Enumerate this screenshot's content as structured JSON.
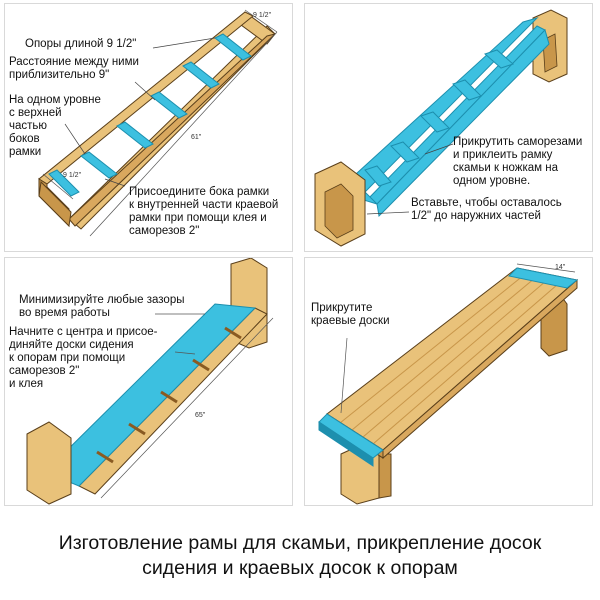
{
  "panels": [
    {
      "labels": [
        "Опоры длиной 9 1/2\"",
        "Расстояние между ними\nприблизительно 9\"",
        "На одном уровне\nс верхней\nчастью\nбоков\nрамки",
        "Присоедините бока рамки\nк внутренней части краевой\nрамки при помощи клея и\nсаморезов 2\""
      ],
      "dims": [
        "9 1/2\"",
        "61\"",
        "9 1/2\""
      ]
    },
    {
      "labels": [
        "Прикрутить саморезами\nи приклеить рамку\nскамьи к ножкам на\nодном уровне.",
        "Вставьте, чтобы оставалось\n1/2\" до наружних частей"
      ],
      "dims": []
    },
    {
      "labels": [
        "Минимизируйте любые зазоры\nво время работы",
        "Начните с центра и присое-\nдиняйте доски сидения\nк опорам при помощи\nсаморезов 2\"\nи клея"
      ],
      "dims": [
        "65\""
      ]
    },
    {
      "labels": [
        "Прикрутите\nкраевые доски"
      ],
      "dims": [
        "14\""
      ]
    }
  ],
  "caption": "Изготовление рамы для скамьи, прикрепление досок\nсидения и краевых досок к опорам",
  "colors": {
    "wood": "#e9c27a",
    "wood_dark": "#c8964a",
    "highlight": "#3cc0e0",
    "highlight_dark": "#1d8fae",
    "outline": "#5a3f1a"
  }
}
